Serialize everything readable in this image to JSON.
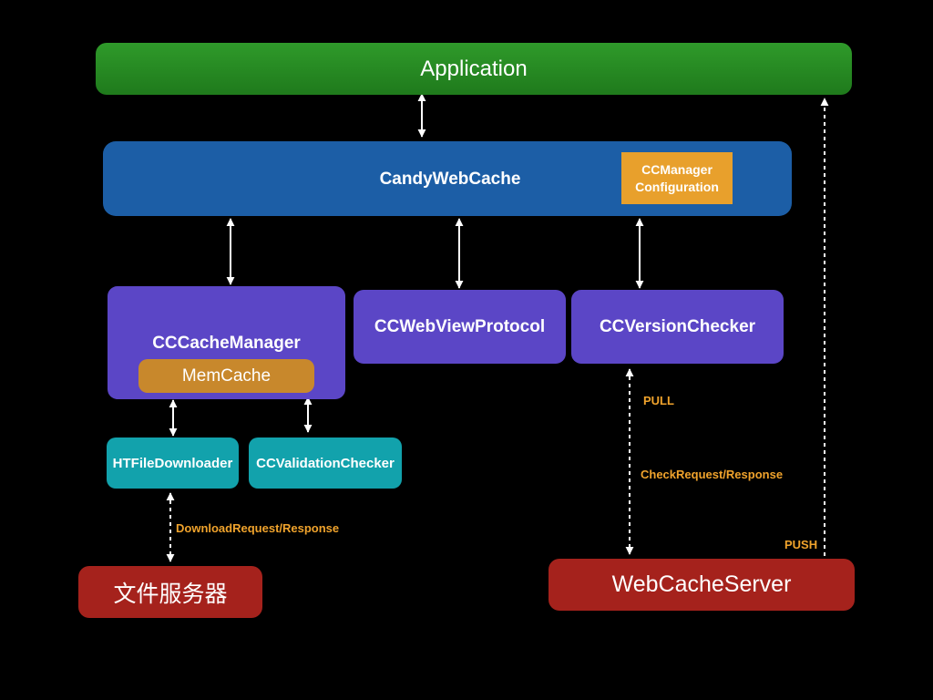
{
  "nodes": {
    "application": "Application",
    "candy_web_cache": "CandyWebCache",
    "ccmanager_config": [
      "CCManager",
      "Configuration"
    ],
    "cc_cache_manager": "CCCacheManager",
    "mem_cache": "MemCache",
    "cc_webview_protocol": "CCWebViewProtocol",
    "cc_version_checker": "CCVersionChecker",
    "ht_file_downloader": "HTFileDownloader",
    "cc_validation_checker": "CCValidationChecker",
    "file_server": "文件服务器",
    "web_cache_server": "WebCacheServer"
  },
  "edge_labels": {
    "pull": "PULL",
    "check_request_response": "CheckRequest/Response",
    "download_request_response": "DownloadRequest/Response",
    "push": "PUSH"
  },
  "colors": {
    "application": "#1f7a1c",
    "candy_web_cache": "#1c5ea6",
    "config": "#e8a02c",
    "module": "#5b46c6",
    "memcache": "#c8882c",
    "submodule": "#12a2ac",
    "server": "#a5221c",
    "edge_label": "#f0a32c"
  }
}
